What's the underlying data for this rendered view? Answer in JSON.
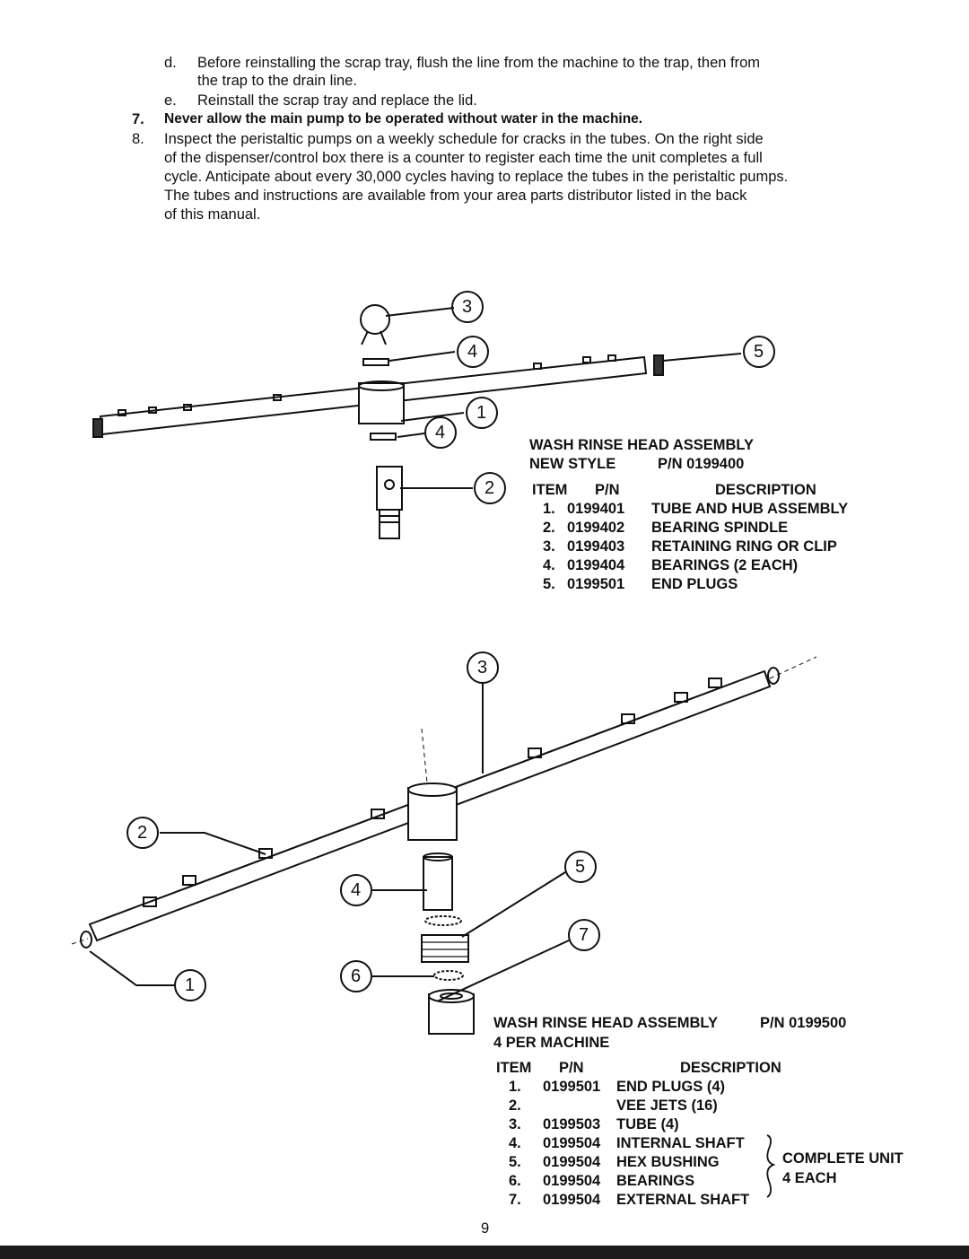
{
  "instructions": [
    {
      "marker": "d.",
      "lines": [
        "Before reinstalling the scrap tray, flush the line from the machine to the trap, then from",
        "the trap to the drain line."
      ]
    },
    {
      "marker": "e.",
      "lines": [
        "Reinstall the scrap tray and replace the lid."
      ]
    },
    {
      "marker": "7.",
      "lines": [
        "Never allow the main pump to be operated without water in the machine."
      ]
    },
    {
      "marker": "8.",
      "lines": [
        "Inspect the peristaltic pumps on a weekly schedule for cracks in the tubes. On the right side",
        "of the dispenser/control box there is a counter to register each time the unit completes a full",
        "cycle. Anticipate about every 30,000 cycles having to replace the tubes in the peristaltic pumps.",
        "The tubes and instructions are available from your area parts distributor listed in the back",
        "of this manual."
      ]
    }
  ],
  "assembly1": {
    "title": "WASH RINSE HEAD ASSEMBLY",
    "style_label": "NEW STYLE",
    "pn_label": "P/N 0199400",
    "headers": {
      "item": "ITEM",
      "pn": "P/N",
      "description": "DESCRIPTION"
    },
    "rows": [
      {
        "item": "1.",
        "pn": "0199401",
        "description": "TUBE AND HUB ASSEMBLY"
      },
      {
        "item": "2.",
        "pn": "0199402",
        "description": "BEARING SPINDLE"
      },
      {
        "item": "3.",
        "pn": "0199403",
        "description": "RETAINING RING OR CLIP"
      },
      {
        "item": "4.",
        "pn": "0199404",
        "description": "BEARINGS (2 EACH)"
      },
      {
        "item": "5.",
        "pn": "0199501",
        "description": "END PLUGS"
      }
    ],
    "callouts": [
      "1",
      "2",
      "3",
      "4",
      "4",
      "5"
    ]
  },
  "assembly2": {
    "title": "WASH RINSE HEAD ASSEMBLY",
    "pn_label": "P/N 0199500",
    "subtitle": "4 PER MACHINE",
    "headers": {
      "item": "ITEM",
      "pn": "P/N",
      "description": "DESCRIPTION"
    },
    "rows": [
      {
        "item": "1.",
        "pn": "0199501",
        "description": "END PLUGS (4)"
      },
      {
        "item": "2.",
        "pn": "",
        "description": "VEE JETS (16)"
      },
      {
        "item": "3.",
        "pn": "0199503",
        "description": "TUBE (4)"
      },
      {
        "item": "4.",
        "pn": "0199504",
        "description": "INTERNAL SHAFT"
      },
      {
        "item": "5.",
        "pn": "0199504",
        "description": "HEX BUSHING"
      },
      {
        "item": "6.",
        "pn": "0199504",
        "description": "BEARINGS"
      },
      {
        "item": "7.",
        "pn": "0199504",
        "description": "EXTERNAL SHAFT"
      }
    ],
    "complete_unit": [
      "COMPLETE UNIT",
      "4 EACH"
    ],
    "callouts": [
      "1",
      "2",
      "3",
      "4",
      "5",
      "6",
      "7"
    ]
  },
  "page_number": "9"
}
